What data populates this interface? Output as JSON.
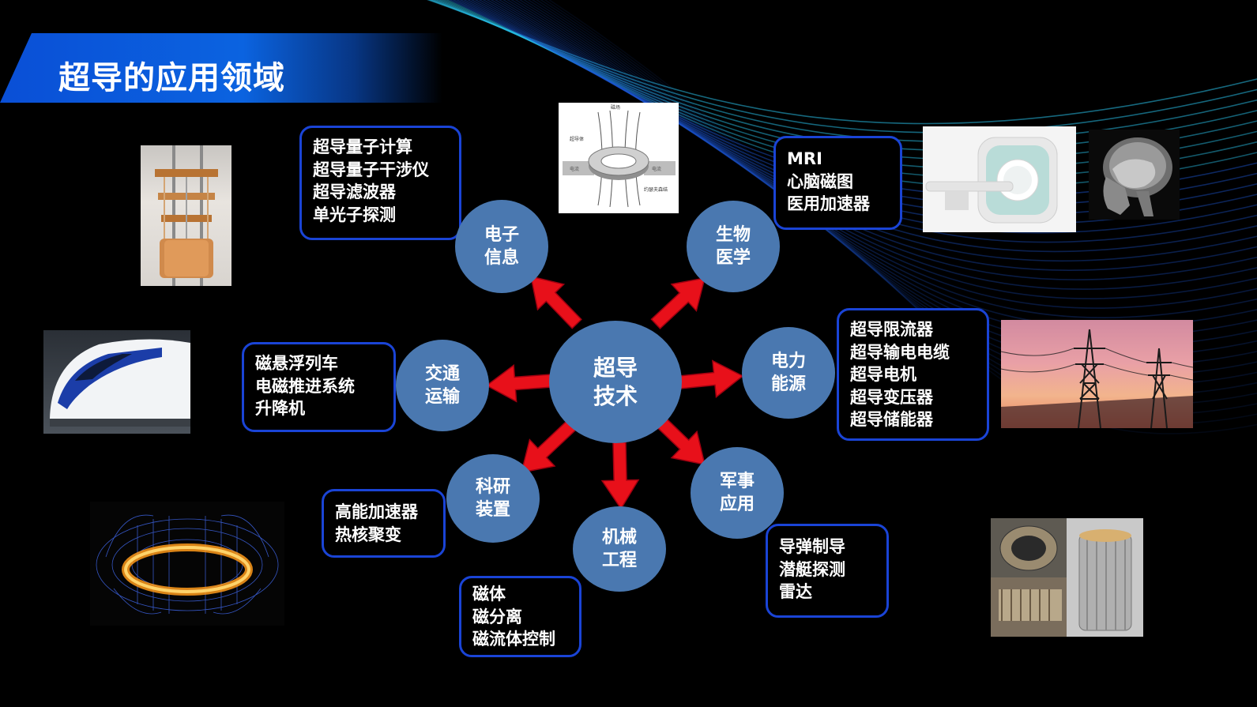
{
  "title": "超导的应用领域",
  "colors": {
    "node_fill": "#4a78b0",
    "box_border": "#1a44d6",
    "arrow": "#e8101a",
    "title_bar": "#0b63e0"
  },
  "center": {
    "line1": "超导",
    "line2": "技术"
  },
  "nodes": {
    "electronic": {
      "line1": "电子",
      "line2": "信息"
    },
    "bio": {
      "line1": "生物",
      "line2": "医学"
    },
    "power": {
      "line1": "电力",
      "line2": "能源"
    },
    "military": {
      "line1": "军事",
      "line2": "应用"
    },
    "mechanical": {
      "line1": "机械",
      "line2": "工程"
    },
    "research": {
      "line1": "科研",
      "line2": "装置"
    },
    "transport": {
      "line1": "交通",
      "line2": "运输"
    }
  },
  "boxes": {
    "electronic": [
      "超导量子计算",
      "超导量子干涉仪",
      "超导滤波器",
      "单光子探测"
    ],
    "bio": [
      "MRI",
      "心脑磁图",
      "医用加速器"
    ],
    "power": [
      "超导限流器",
      "超导输电电缆",
      "超导电机",
      "超导变压器",
      "超导储能器"
    ],
    "military": [
      "导弹制导",
      "潜艇探测",
      "雷达"
    ],
    "mechanical": [
      "磁体",
      "磁分离",
      "磁流体控制"
    ],
    "research": [
      "高能加速器",
      "热核聚变"
    ],
    "transport": [
      "磁悬浮列车",
      "电磁推进系统",
      "升降机"
    ]
  },
  "ring_diagram": {
    "top_label": "磁场",
    "left_label": "超导体",
    "left_flow": "电流",
    "right_flow": "电流",
    "bottom_label": "约瑟夫森结"
  },
  "icons": [
    "quantum-computer-image",
    "ring-diagram-image",
    "mri-scanner-image",
    "brain-scan-image",
    "maglev-train-image",
    "power-tower-image",
    "fusion-plasma-image",
    "superconducting-cable-image"
  ]
}
